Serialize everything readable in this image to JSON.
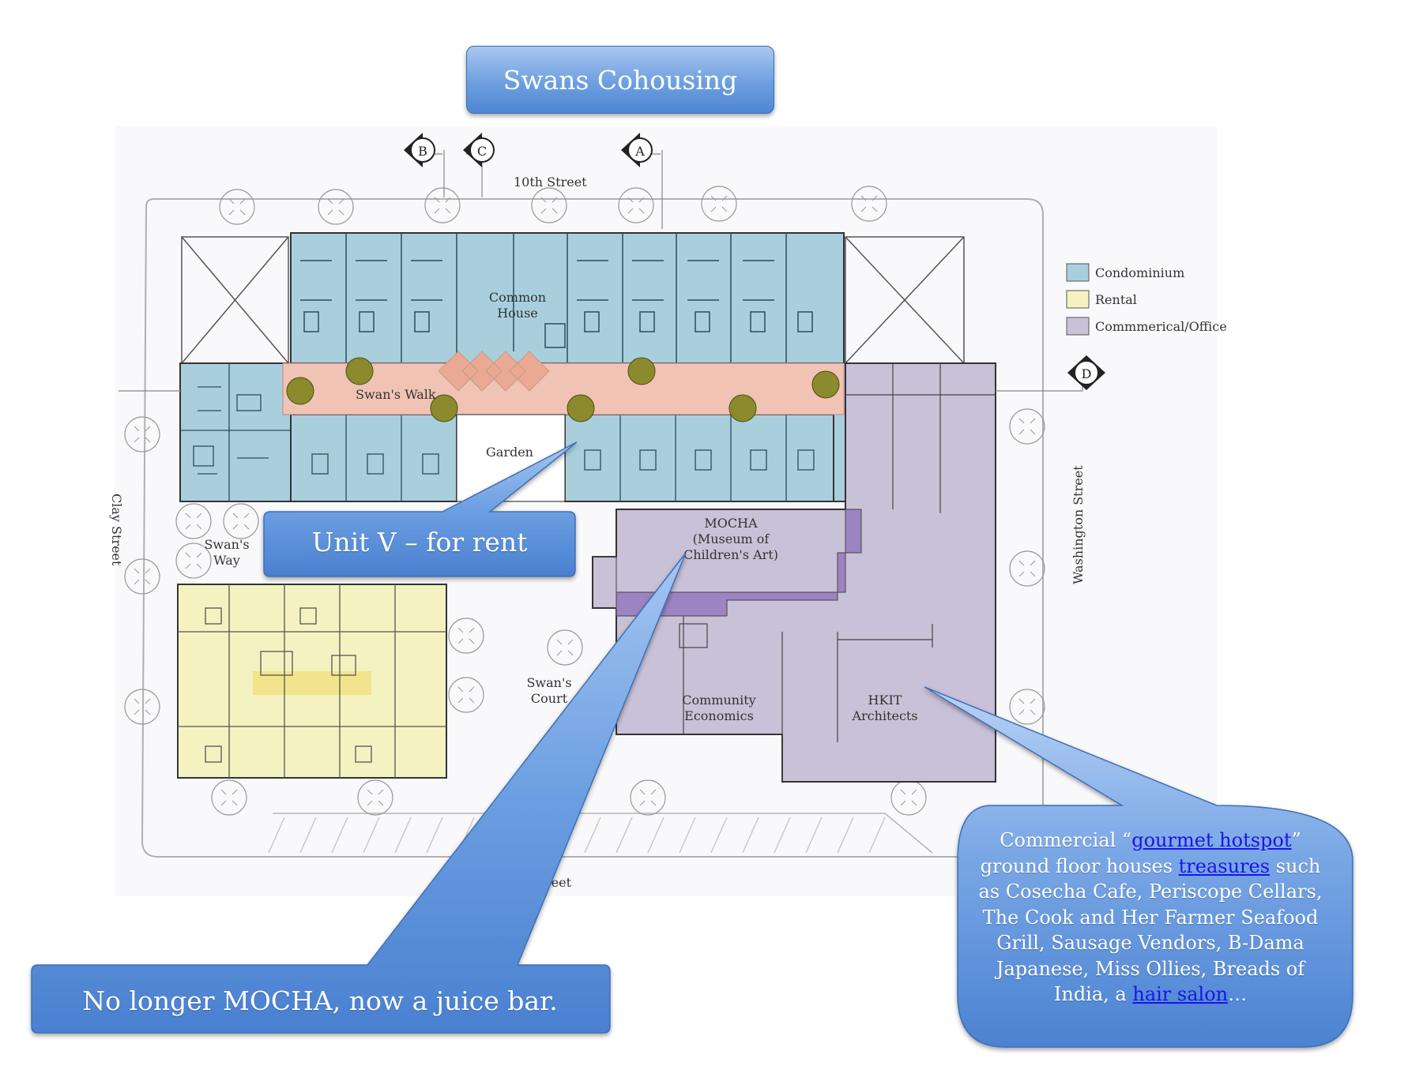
{
  "title": "Swans Cohousing",
  "legend": {
    "items": [
      {
        "label": "Condominium",
        "color": "#a9cfdc"
      },
      {
        "label": "Rental",
        "color": "#f4f2c0"
      },
      {
        "label": "Commmerical/Office",
        "color": "#c9c1d8"
      }
    ]
  },
  "plan_labels": {
    "street_top": "10th Street",
    "street_right": "Washington Street",
    "street_left": "Clay Street",
    "street_bottom": "reet",
    "section_markers": [
      "B",
      "C",
      "A",
      "D"
    ],
    "common_house": [
      "Common",
      "House"
    ],
    "swans_walk": "Swan's Walk",
    "garden": "Garden",
    "swans_way": [
      "Swan's",
      "Way"
    ],
    "swans_court": [
      "Swan's",
      "Court"
    ],
    "mocha": [
      "MOCHA",
      "(Museum of",
      "Children's Art)"
    ],
    "community_economics": [
      "Community",
      "Economics"
    ],
    "hkit": [
      "HKIT",
      "Architects"
    ]
  },
  "callouts": {
    "unit_v": "Unit V – for rent",
    "mocha_note": "No longer MOCHA, now a juice bar.",
    "commercial": {
      "t1": "Commercial “",
      "link1": "gourmet hotspot",
      "t2": "” ground floor houses ",
      "link2": "treasures",
      "t3": " such as Cosecha Cafe, Periscope Cellars, The Cook and Her Farmer Seafood Grill, Sausage Vendors, B-Dama Japanese, Miss Ollies, Breads of India, a ",
      "link3": "hair salon",
      "t4": "…"
    }
  }
}
